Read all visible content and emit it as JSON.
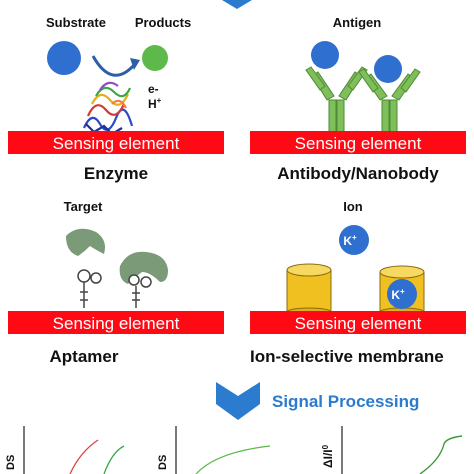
{
  "colors": {
    "sensing_bar": "#ff0a14",
    "blue_ball": "#2e6fcf",
    "green_ball": "#5db94a",
    "antibody": "#7fbf5a",
    "aptamer_blob": "#7a9a78",
    "membrane": "#f0c020",
    "chevron": "#2b7bcf",
    "signal_text": "#2b7bcf"
  },
  "panels": {
    "enzyme": {
      "substrate_label": "Substrate",
      "products_label": "Products",
      "electron_label": "e-",
      "proton_label": "H",
      "proton_sup": "+",
      "sensing_label": "Sensing element",
      "title": "Enzyme"
    },
    "antibody": {
      "antigen_label": "Antigen",
      "sensing_label": "Sensing element",
      "title": "Antibody/Nanobody"
    },
    "aptamer": {
      "target_label": "Target",
      "sensing_label": "Sensing element",
      "title": "Aptamer"
    },
    "ion": {
      "ion_label": "Ion",
      "ion_symbol": "K",
      "ion_sup": "+",
      "sensing_label": "Sensing element",
      "title": "Ion-selective membrane"
    }
  },
  "signal": {
    "label": "Signal Processing"
  },
  "plots": {
    "y1_label": "DS",
    "y2_label": "DS",
    "y3_label": "ΔI/I",
    "y3_sup": "0"
  }
}
